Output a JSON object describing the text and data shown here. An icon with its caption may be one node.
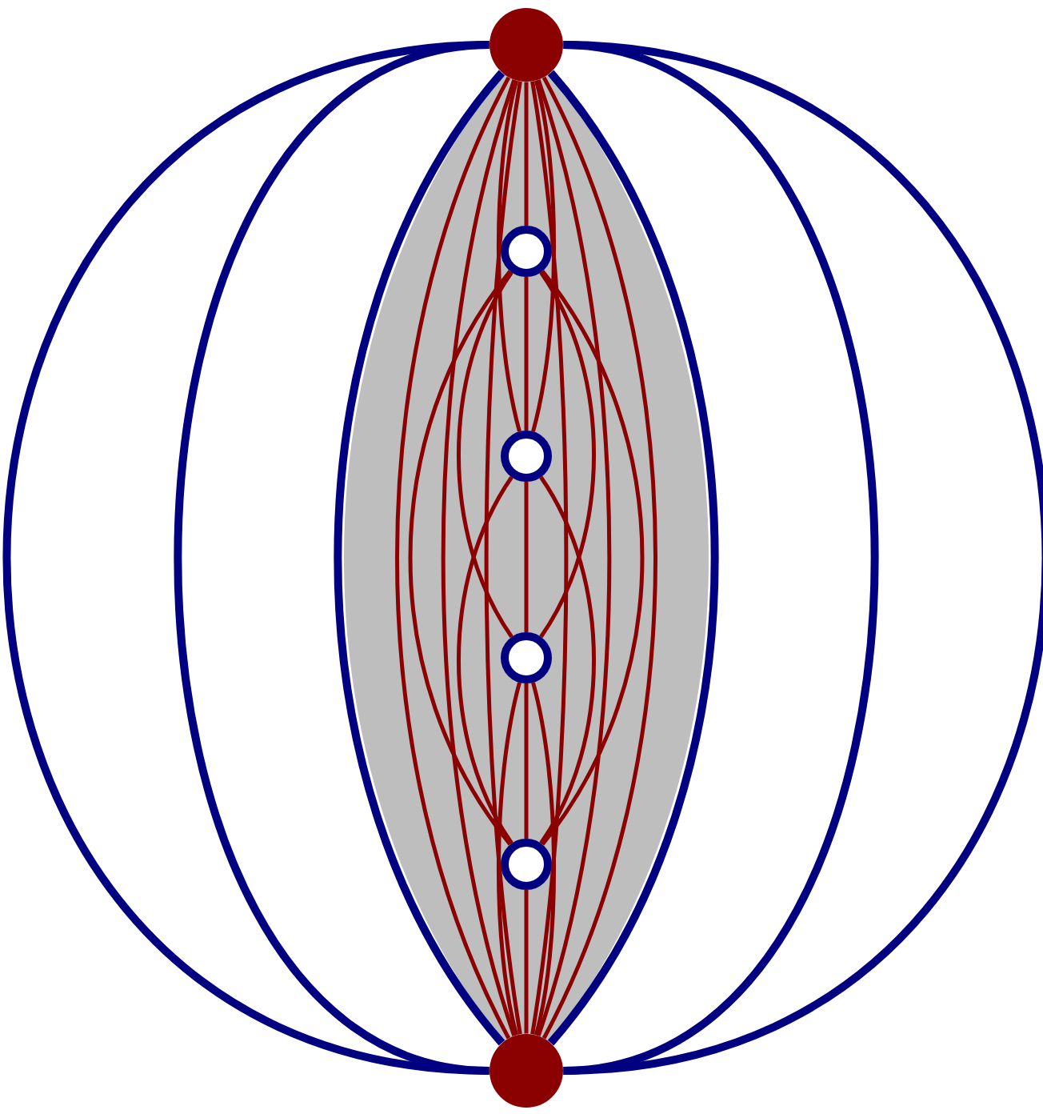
{
  "diagram": {
    "nodes": [
      {
        "text": [],
        "shape": "circle"
      },
      {
        "text": [],
        "shape": "circle"
      },
      {
        "text": [],
        "shape": "circle"
      },
      {
        "text": [],
        "shape": "circle"
      },
      {
        "text": [],
        "shape": "circle"
      },
      {
        "text": [],
        "shape": "circle"
      }
    ],
    "edges": [
      {
        "from": 0,
        "to": 5,
        "arrow": "none",
        "style": "thick",
        "color": "#000080"
      },
      {
        "from": 0,
        "to": 5,
        "arrow": "none",
        "style": "thick",
        "color": "#000080"
      },
      {
        "from": 0,
        "to": 5,
        "arrow": "none",
        "style": "thick",
        "color": "#000080"
      },
      {
        "from": 0,
        "to": 5,
        "arrow": "none",
        "style": "thick",
        "color": "#000080"
      },
      {
        "from": 0,
        "to": 5,
        "arrow": "none",
        "style": "thick",
        "color": "#000080"
      },
      {
        "from": 0,
        "to": 5,
        "arrow": "none",
        "style": "thick",
        "color": "#000080"
      },
      {
        "from": 0,
        "to": 1,
        "arrow": "none"
      },
      {
        "from": 1,
        "to": 2,
        "arrow": "none"
      },
      {
        "from": 2,
        "to": 3,
        "arrow": "none"
      },
      {
        "from": 3,
        "to": 4,
        "arrow": "none"
      },
      {
        "from": 4,
        "to": 5,
        "arrow": "none"
      },
      {
        "from": 0,
        "to": 5,
        "arrow": "none"
      },
      {
        "from": 0,
        "to": 5,
        "arrow": "none"
      },
      {
        "from": 0,
        "to": 5,
        "arrow": "none"
      },
      {
        "from": 0,
        "to": 5,
        "arrow": "none"
      },
      {
        "from": 0,
        "to": 5,
        "arrow": "none"
      },
      {
        "from": 0,
        "to": 5,
        "arrow": "none"
      },
      {
        "from": 0,
        "to": 2,
        "arrow": "none"
      },
      {
        "from": 0,
        "to": 2,
        "arrow": "none"
      },
      {
        "from": 1,
        "to": 3,
        "arrow": "none"
      },
      {
        "from": 1,
        "to": 3,
        "arrow": "none"
      },
      {
        "from": 2,
        "to": 4,
        "arrow": "none"
      },
      {
        "from": 2,
        "to": 4,
        "arrow": "none"
      },
      {
        "from": 1,
        "to": 4,
        "arrow": "none"
      },
      {
        "from": 1,
        "to": 4,
        "arrow": "none"
      },
      {
        "from": 3,
        "to": 5,
        "arrow": "none"
      },
      {
        "from": 3,
        "to": 5,
        "arrow": "none"
      }
    ]
  }
}
